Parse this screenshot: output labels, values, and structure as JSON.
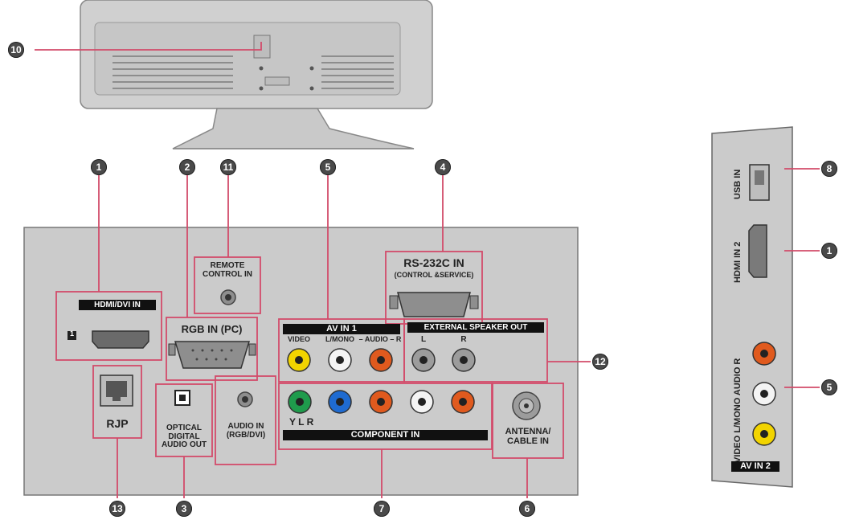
{
  "colors": {
    "panel": "#cbcbcb",
    "outline": "#d24b6a",
    "callout": "#4a4a4a",
    "jack_yellow": "#f2d400",
    "jack_red": "#e05a1e",
    "jack_white": "#f4f4f4",
    "jack_green": "#1f9b4c",
    "jack_blue": "#1f6bd1",
    "jack_gray": "#9c9c9c"
  },
  "callouts": [
    "10",
    "1",
    "2",
    "11",
    "5",
    "4",
    "12",
    "13",
    "3",
    "7",
    "6",
    "8",
    "1",
    "5"
  ],
  "labels": {
    "hdmi_dvi": "HDMI/DVI IN",
    "hdmi_port_no": "1",
    "remote_control_in": "REMOTE CONTROL IN",
    "rgb_in_pc": "RGB IN (PC)",
    "rs232c": "RS-232C IN",
    "rs232c_sub": "(CONTROL &SERVICE)",
    "av_in_1": "AV IN 1",
    "av_video": "VIDEO",
    "av_lmono": "L/MONO",
    "av_audio_r": "– AUDIO – R",
    "ext_speaker": "EXTERNAL SPEAKER OUT",
    "spk_l": "L",
    "spk_r": "R",
    "rjp": "RJP",
    "optical": "OPTICAL DIGITAL AUDIO OUT",
    "audio_in_rgb": "AUDIO IN (RGB/DVI)",
    "ylr": "Y L R",
    "component_in": "COMPONENT IN",
    "antenna": "ANTENNA/ CABLE IN",
    "usb_in": "USB IN",
    "hdmi_in2": "HDMI IN 2",
    "side_video_audio": "VIDEO L/MONO AUDIO R",
    "av_in_2": "AV IN 2"
  },
  "icons": [
    "usb-icon",
    "hdmi-port-icon",
    "vga-port-icon",
    "rs232c-port-icon",
    "rj45-port-icon",
    "optical-port-icon",
    "coax-port-icon",
    "rca-jack-icon",
    "tv-stand-icon"
  ]
}
